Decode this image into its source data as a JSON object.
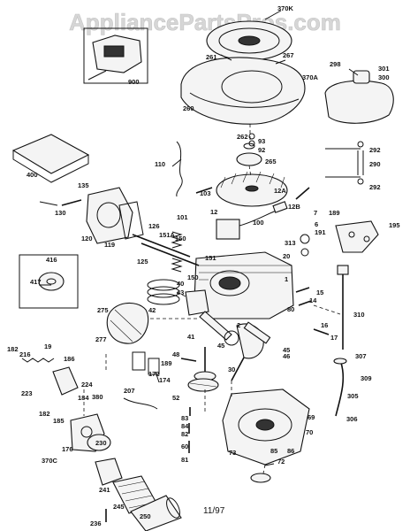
{
  "watermark": "AppliancePartsPros.com",
  "date_stamp": "11/97",
  "callouts": [
    {
      "id": "c370k",
      "text": "370K"
    },
    {
      "id": "c900",
      "text": "900"
    },
    {
      "id": "c261",
      "text": "261"
    },
    {
      "id": "c267",
      "text": "267"
    },
    {
      "id": "c370a",
      "text": "370A"
    },
    {
      "id": "c298",
      "text": "298"
    },
    {
      "id": "c301",
      "text": "301"
    },
    {
      "id": "c300",
      "text": "300"
    },
    {
      "id": "c260",
      "text": "260"
    },
    {
      "id": "c262",
      "text": "262"
    },
    {
      "id": "c93",
      "text": "93"
    },
    {
      "id": "c92",
      "text": "92"
    },
    {
      "id": "c265",
      "text": "265"
    },
    {
      "id": "c292a",
      "text": "292"
    },
    {
      "id": "c290",
      "text": "290"
    },
    {
      "id": "c292b",
      "text": "292"
    },
    {
      "id": "c400",
      "text": "400"
    },
    {
      "id": "c110",
      "text": "110"
    },
    {
      "id": "c135",
      "text": "135"
    },
    {
      "id": "c130",
      "text": "130"
    },
    {
      "id": "c103",
      "text": "103"
    },
    {
      "id": "c12",
      "text": "12"
    },
    {
      "id": "c12a",
      "text": "12A"
    },
    {
      "id": "c12b",
      "text": "12B"
    },
    {
      "id": "c100",
      "text": "100"
    },
    {
      "id": "c7",
      "text": "7"
    },
    {
      "id": "c6",
      "text": "6"
    },
    {
      "id": "c189a",
      "text": "189"
    },
    {
      "id": "c191",
      "text": "191"
    },
    {
      "id": "c195",
      "text": "195"
    },
    {
      "id": "c120",
      "text": "120"
    },
    {
      "id": "c119",
      "text": "119"
    },
    {
      "id": "c126",
      "text": "126"
    },
    {
      "id": "c151a",
      "text": "151A"
    },
    {
      "id": "c101",
      "text": "101"
    },
    {
      "id": "c150a",
      "text": "150"
    },
    {
      "id": "c313",
      "text": "313"
    },
    {
      "id": "c416",
      "text": "416"
    },
    {
      "id": "c417",
      "text": "417"
    },
    {
      "id": "c125",
      "text": "125"
    },
    {
      "id": "c151",
      "text": "151"
    },
    {
      "id": "c20",
      "text": "20"
    },
    {
      "id": "c150b",
      "text": "150"
    },
    {
      "id": "c40",
      "text": "40"
    },
    {
      "id": "c43",
      "text": "43"
    },
    {
      "id": "c15",
      "text": "15"
    },
    {
      "id": "c14",
      "text": "14"
    },
    {
      "id": "c1",
      "text": "1"
    },
    {
      "id": "c310",
      "text": "310"
    },
    {
      "id": "c275",
      "text": "275"
    },
    {
      "id": "c42",
      "text": "42"
    },
    {
      "id": "c80",
      "text": "80"
    },
    {
      "id": "c41",
      "text": "41"
    },
    {
      "id": "c2",
      "text": "2"
    },
    {
      "id": "c16",
      "text": "16"
    },
    {
      "id": "c17",
      "text": "17"
    },
    {
      "id": "c277",
      "text": "277"
    },
    {
      "id": "c45a",
      "text": "45"
    },
    {
      "id": "c19",
      "text": "19"
    },
    {
      "id": "c182",
      "text": "182"
    },
    {
      "id": "c216",
      "text": "216"
    },
    {
      "id": "c186",
      "text": "186"
    },
    {
      "id": "c172",
      "text": "172"
    },
    {
      "id": "c189b",
      "text": "189"
    },
    {
      "id": "c48",
      "text": "48"
    },
    {
      "id": "c307",
      "text": "307"
    },
    {
      "id": "c30",
      "text": "30"
    },
    {
      "id": "c45b",
      "text": "45"
    },
    {
      "id": "c46",
      "text": "46"
    },
    {
      "id": "c309",
      "text": "309"
    },
    {
      "id": "c305",
      "text": "305"
    },
    {
      "id": "c224",
      "text": "224"
    },
    {
      "id": "c223",
      "text": "223"
    },
    {
      "id": "c380",
      "text": "380"
    },
    {
      "id": "c207",
      "text": "207"
    },
    {
      "id": "c174",
      "text": "174"
    },
    {
      "id": "c52",
      "text": "52"
    },
    {
      "id": "c306",
      "text": "306"
    },
    {
      "id": "c182b",
      "text": "182"
    },
    {
      "id": "c184",
      "text": "184"
    },
    {
      "id": "c185",
      "text": "185"
    },
    {
      "id": "c83",
      "text": "83"
    },
    {
      "id": "c84",
      "text": "84"
    },
    {
      "id": "c69",
      "text": "69"
    },
    {
      "id": "c82",
      "text": "82"
    },
    {
      "id": "c176",
      "text": "176"
    },
    {
      "id": "c230",
      "text": "230"
    },
    {
      "id": "c60",
      "text": "60"
    },
    {
      "id": "c70",
      "text": "70"
    },
    {
      "id": "c370c",
      "text": "370C"
    },
    {
      "id": "c81",
      "text": "81"
    },
    {
      "id": "c73",
      "text": "73"
    },
    {
      "id": "c85",
      "text": "85"
    },
    {
      "id": "c86",
      "text": "86"
    },
    {
      "id": "c72",
      "text": "72"
    },
    {
      "id": "c241",
      "text": "241"
    },
    {
      "id": "c245",
      "text": "245"
    },
    {
      "id": "c250",
      "text": "250"
    },
    {
      "id": "c236",
      "text": "236"
    }
  ]
}
